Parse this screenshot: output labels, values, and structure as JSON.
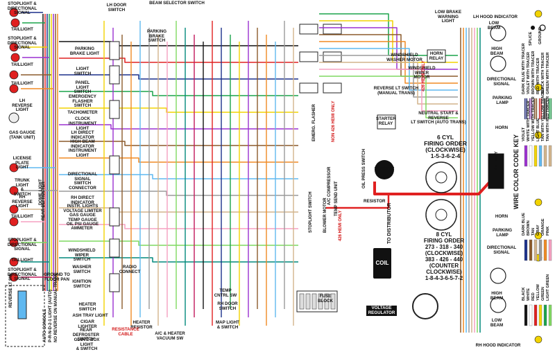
{
  "left_labels": [
    "STOPLIGHT &\nDIRECTIONAL\nSIGNAL",
    "TAILLIGHT",
    "STOPLIGHT &\nDIRECTIONAL\nSIGNAL",
    "TAILLIGHT",
    "TAILLIGHT",
    "LH\nREVERSE\nLIGHT",
    "GAS GAUGE\n(TANK UNIT)",
    "LICENSE\nPLATE\nLIGHT",
    "TRUNK\nLIGHT\n&\nSWITCH",
    "RH\nREVERSE\nLIGHT",
    "TAILLIGHT",
    "STOPLIGHT &\nDIRECTIONAL\nSIGNAL",
    "TAILLIGHT",
    "STOPLIGHT &\nDIRECTIONAL\nSIGNAL"
  ],
  "dash_labels": [
    "PARKING\nBRAKE LIGHT",
    "LIGHT\nSWITCH",
    "PANEL\nLIGHT\nSWITCH",
    "EMERGENCY\nFLASHER\nSWITCH",
    "TACHOMETER",
    "CLOCK",
    "INSTRUMENT\nLIGHT",
    "LH DIRECT\nINDICATOR",
    "HIGH BEAM\nINDICATOR",
    "INSTRUMENT\nLIGHT",
    "DIRECTIONAL\nSIGNAL\nSWITCH\nCONNECTOR",
    "RH DIRECT\nINDICATOR",
    "INSTR. LIGHTS\nVOLTAGE LIMITER\nGAS GAUGE\nTEMP GAUGE\nOIL PSI GAUGE",
    "AMMETER",
    "WINDSHIELD\nWIPER\nSWITCH",
    "WASHER\nSWITCH",
    "IGNITION\nSWITCH",
    "HEATER\nSWITCH",
    "ASH TRAY LIGHT",
    "CIGAR\nLIGHTER",
    "REAR\nDEFROSTER\nSWITCH",
    "GLOVE BOX\nLIGHT\n& SWITCH"
  ],
  "top_labels": {
    "lh_door_switch": "LH DOOR\nSWITCH",
    "beam_selector": "BEAM SELECTOR SWITCH",
    "parking_brake_switch": "PARKING\nBRAKE\nSWITCH",
    "low_brake_warning": "LOW BRAKE\nWARNING\nLIGHT",
    "lh_hood_indicator": "LH HOOD INDICATOR",
    "windshield_washer": "WINDSHIELD\nWASHER MOTOR",
    "horn_relay": "HORN\nRELAY",
    "windshield_wiper_motor": "WINDSHIELD\nWIPER\nMOTOR",
    "reverse_lt_switch": "REVERSE LT SWITCH\n(MANUAL TRANS)",
    "neutral_start": "NEUTRAL START & REVERSE\nLT SWITCH (AUTO TRANS)",
    "starter_relay": "STARTER\nRELAY",
    "starter": "STARTER",
    "resistor": "RESISTOR",
    "coil": "COIL",
    "voltage_regulator": "VOLTAGE\nREGULATOR",
    "fuse_block": "FUSE\nBLOCK",
    "temp_cntrl_sw": "TEMP\nCNTRL SW",
    "rh_door_switch": "RH DOOR\nSWITCH",
    "map_light": "MAP LIGHT\n& SWITCH",
    "heater_resistor": "HEATER\nRESISTOR",
    "resistance_cable": "RESISTANCE CABLE",
    "ac_heater_vacuum": "A/C & HEATER\nVACUUM SW",
    "radio_connect": "RADIO\nCONNECT",
    "ground_floor_pan": "GROUND TO\nFLOOR PAN",
    "rh_hood_indicator": "RH HOOD INDICATOR",
    "parking_lamp_top": "PARKING\nLAMP",
    "parking_lamp_bottom": "PARKING\nLAMP",
    "horn_top": "HORN",
    "horn_bottom": "HORN",
    "low_beam_top": "LOW\nBEAM",
    "high_beam_top": "HIGH\nBEAM",
    "directional_top": "DIRECTIONAL\nSIGNAL",
    "directional_bottom": "DIRECTIONAL\nSIGNAL",
    "high_beam_bottom": "HIGH\nBEAM",
    "low_beam_bottom": "LOW\nBEAM"
  },
  "vertical_labels": {
    "rear_defroster": "REAR DEFROSTER",
    "dome_light": "DOME LIGHT",
    "ac_compressor": "A/C COMPRESSOR",
    "emerg_flasher": "EMERG. FLASHER",
    "non_426_hemi": "NON 426 HEMI ONLY",
    "hemi_only_top": "426 HEMI ONLY",
    "hemi_only_bottom": "426 HEMI ONLY",
    "oil_press_switch": "OIL PRESS SWITCH",
    "temp_send_unit": "TEMP SEND UNIT",
    "stoplight_switch": "STOPLIGHT SWITCH",
    "blower_motor": "BLOWER MOTOR",
    "to_distributor": "TO DISTRIBUTOR",
    "auto_console": "AUTO CONSOLE",
    "reverse_light_sw": "REVERSE LT SW",
    "prnd_light": "P-R-N-D-2-1 LIGHT (AUTO)",
    "no_reverse": "NO REVERSE ON MANUAL TRANS"
  },
  "firing_order_6": "6 CYL\nFIRING ORDER\n(CLOCKWISE)\n1-5-3-6-2-4",
  "firing_order_8": "8 CYL\nFIRING ORDER\n273 - 318 - 340\n(CLOCKWISE)\n383 - 426 - 440\n(COUNTER\nCLOCKWISE)\n1-8-4-3-6-5-7-2",
  "legend": {
    "title": "WIRE COLOR CODE KEY",
    "splice": "SPLICE",
    "ground": "GROUND",
    "battery": "BATTERY",
    "tracer_entries": [
      {
        "name": "DARK BLUE WITH TRACER",
        "color": "#1a237e",
        "tracer": "#ffffff"
      },
      {
        "name": "VIOLET WITH TRACER",
        "color": "#8e44ad",
        "tracer": "#ffffff"
      },
      {
        "name": "BROWN WITH TRACER",
        "color": "#8b5a2b",
        "tracer": "#ffffff"
      },
      {
        "name": "RED WITH TRACER",
        "color": "#e02020",
        "tracer": "#ffffff"
      },
      {
        "name": "BLACK WITH TRACER",
        "color": "#111111",
        "tracer": "#ffffff"
      },
      {
        "name": "GREEN WITH TRACER",
        "color": "#1aa34a",
        "tracer": "#ffffff"
      }
    ],
    "solid_entries": [
      {
        "name": "VIOLET",
        "color": "#9b30d0"
      },
      {
        "name": "WHITE WITH TRACER",
        "color": "#ffffff"
      },
      {
        "name": "YELLOW WITH TRACER",
        "color": "#f2d300"
      },
      {
        "name": "LIGHT BLUE",
        "color": "#5fb8f0"
      },
      {
        "name": "TAN WITH YELLOW TRACER",
        "color": "#d2b48c"
      },
      {
        "name": "TAN WITH RED TRACER",
        "color": "#d2b48c"
      }
    ],
    "solid_entries_2": [
      {
        "name": "DARK BLUE",
        "color": "#1a2f8a"
      },
      {
        "name": "BROWN",
        "color": "#8b5a2b"
      },
      {
        "name": "TAN",
        "color": "#d2b48c"
      },
      {
        "name": "GRAY",
        "color": "#9a9a9a"
      },
      {
        "name": "ORANGE",
        "color": "#f08a24"
      },
      {
        "name": "PINK",
        "color": "#f5a0c0"
      }
    ],
    "solid_entries_3": [
      {
        "name": "BLACK",
        "color": "#111111"
      },
      {
        "name": "WHITE",
        "color": "#ffffff"
      },
      {
        "name": "RED",
        "color": "#e02020"
      },
      {
        "name": "YELLOW",
        "color": "#f2d300"
      },
      {
        "name": "GREEN",
        "color": "#1aa34a"
      },
      {
        "name": "LIGHT GREEN",
        "color": "#7fd860"
      }
    ]
  },
  "wire_colors": [
    "#111111",
    "#e02020",
    "#1a2f8a",
    "#1aa34a",
    "#f2d300",
    "#9b30d0",
    "#8b5a2b",
    "#f08a24",
    "#5fb8f0",
    "#9a9a9a",
    "#d2b48c",
    "#f5a0c0",
    "#7fd860",
    "#00897b",
    "#c2185b"
  ]
}
